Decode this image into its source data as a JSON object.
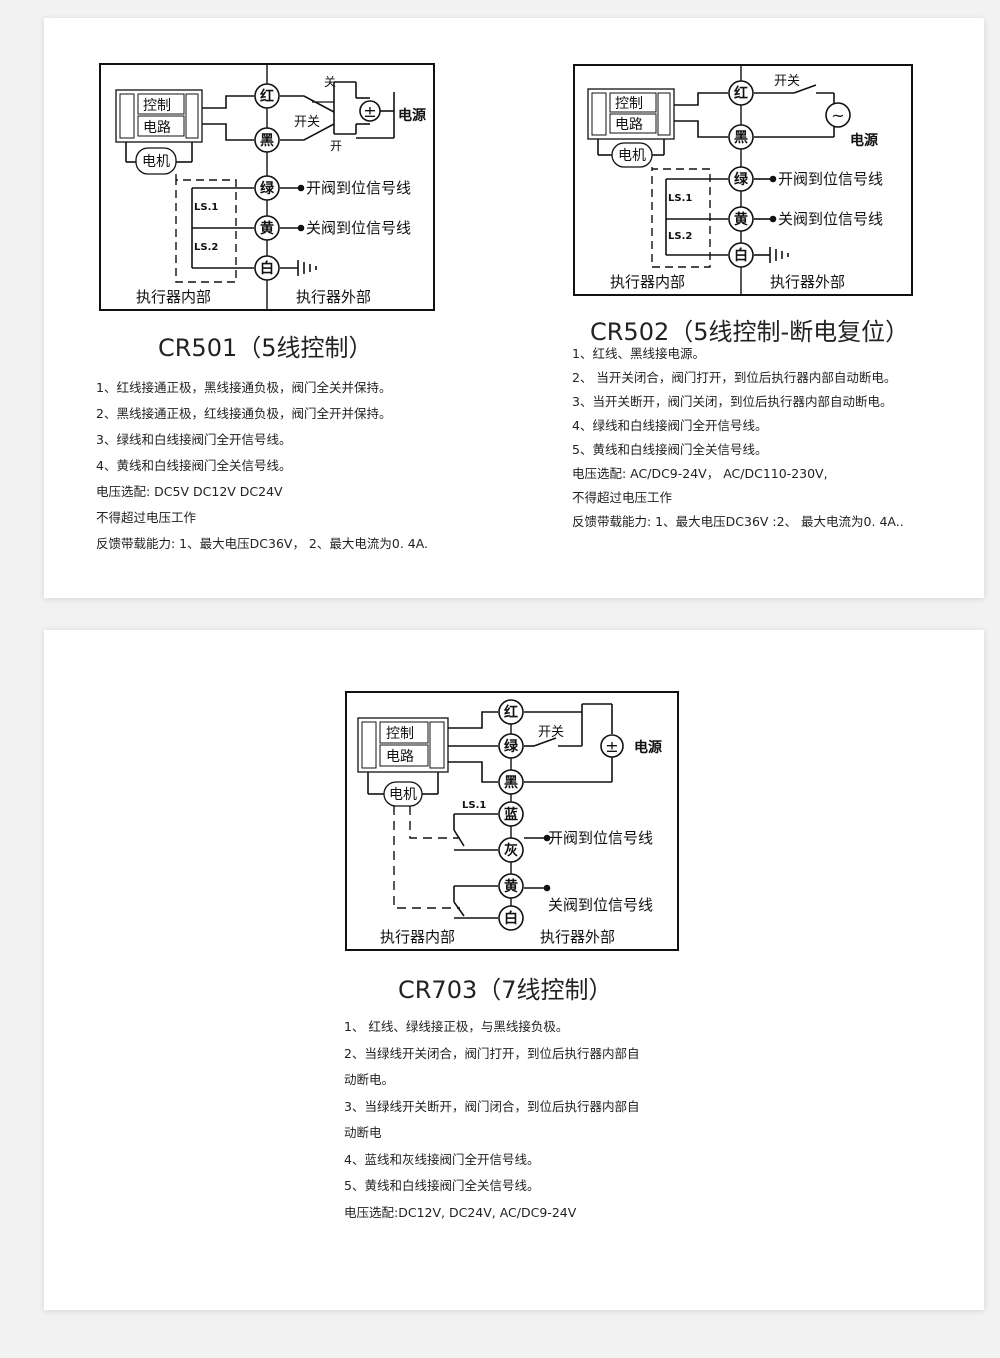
{
  "labels": {
    "control": "控制",
    "circuit": "电路",
    "motor": "电机",
    "power": "电源",
    "switch": "开关",
    "off_short": "关",
    "on_short": "开",
    "ls1": "LS.1",
    "ls2": "LS.2",
    "inside": "执行器内部",
    "outside": "执行器外部",
    "open_signal": "开阀到位信号线",
    "close_signal": "关阀到位信号线",
    "dc_symbol": "±",
    "ac_symbol": "~"
  },
  "wires": {
    "red": "红",
    "black": "黑",
    "green": "绿",
    "yellow": "黄",
    "white": "白",
    "blue": "蓝",
    "gray": "灰"
  },
  "cr501": {
    "title": "CR501（5线控制）",
    "notes": [
      "1、红线接通正极，黑线接通负极，阀门全关并保持。",
      "2、黑线接通正极，红线接通负极，阀门全开并保持。",
      "3、绿线和白线接阀门全开信号线。",
      "4、黄线和白线接阀门全关信号线。",
      "电压选配: DC5V  DC12V  DC24V",
      "不得超过电压工作",
      "反馈带载能力: 1、最大电压DC36V，  2、最大电流为0. 4A."
    ]
  },
  "cr502": {
    "title": "CR502（5线控制-断电复位）",
    "notes": [
      "1、红线、黑线接电源。",
      "2、 当开关闭合，阀门打开，到位后执行器内部自动断电。",
      "3、当开关断开，阀门关闭，到位后执行器内部自动断电。",
      "4、绿线和白线接阀门全开信号线。",
      "5、黄线和白线接阀门全关信号线。",
      "电压选配: AC/DC9-24V， AC/DC110-230V,",
      "不得超过电压工作",
      "反馈带载能力: 1、最大电压DC36V :2、 最大电流为0. 4A.."
    ]
  },
  "cr703": {
    "title": "CR703（7线控制）",
    "notes": [
      "1、 红线、绿线接正极，与黑线接负极。",
      "2、当绿线开关闭合，阀门打开，到位后执行器内部自",
      "动断电。",
      "3、当绿线开关断开，阀门闭合，到位后执行器内部自",
      "动断电",
      "4、蓝线和灰线接阀门全开信号线。",
      "5、黄线和白线接阀门全关信号线。",
      "电压选配:DC12V, DC24V,   AC/DC9-24V"
    ]
  }
}
